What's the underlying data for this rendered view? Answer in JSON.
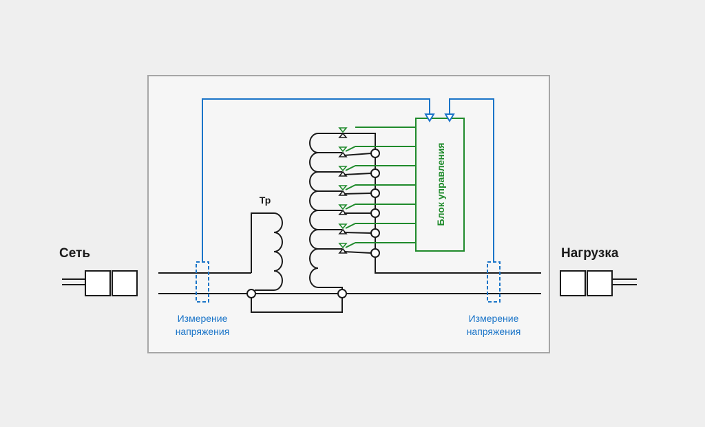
{
  "labels": {
    "network": "Сеть",
    "load": "Нагрузка",
    "transformer": "Тр",
    "control_unit": "Блок управления",
    "measure_left_1": "Измерение",
    "measure_left_2": "напряжения",
    "measure_right_1": "Измерение",
    "measure_right_2": "напряжения"
  },
  "colors": {
    "background": "#efefef",
    "box_fill": "#f6f6f6",
    "box_border": "#a6a6a6",
    "wire": "#1a1a1a",
    "measurement": "#1a74c8",
    "control": "#1f8a2b"
  }
}
